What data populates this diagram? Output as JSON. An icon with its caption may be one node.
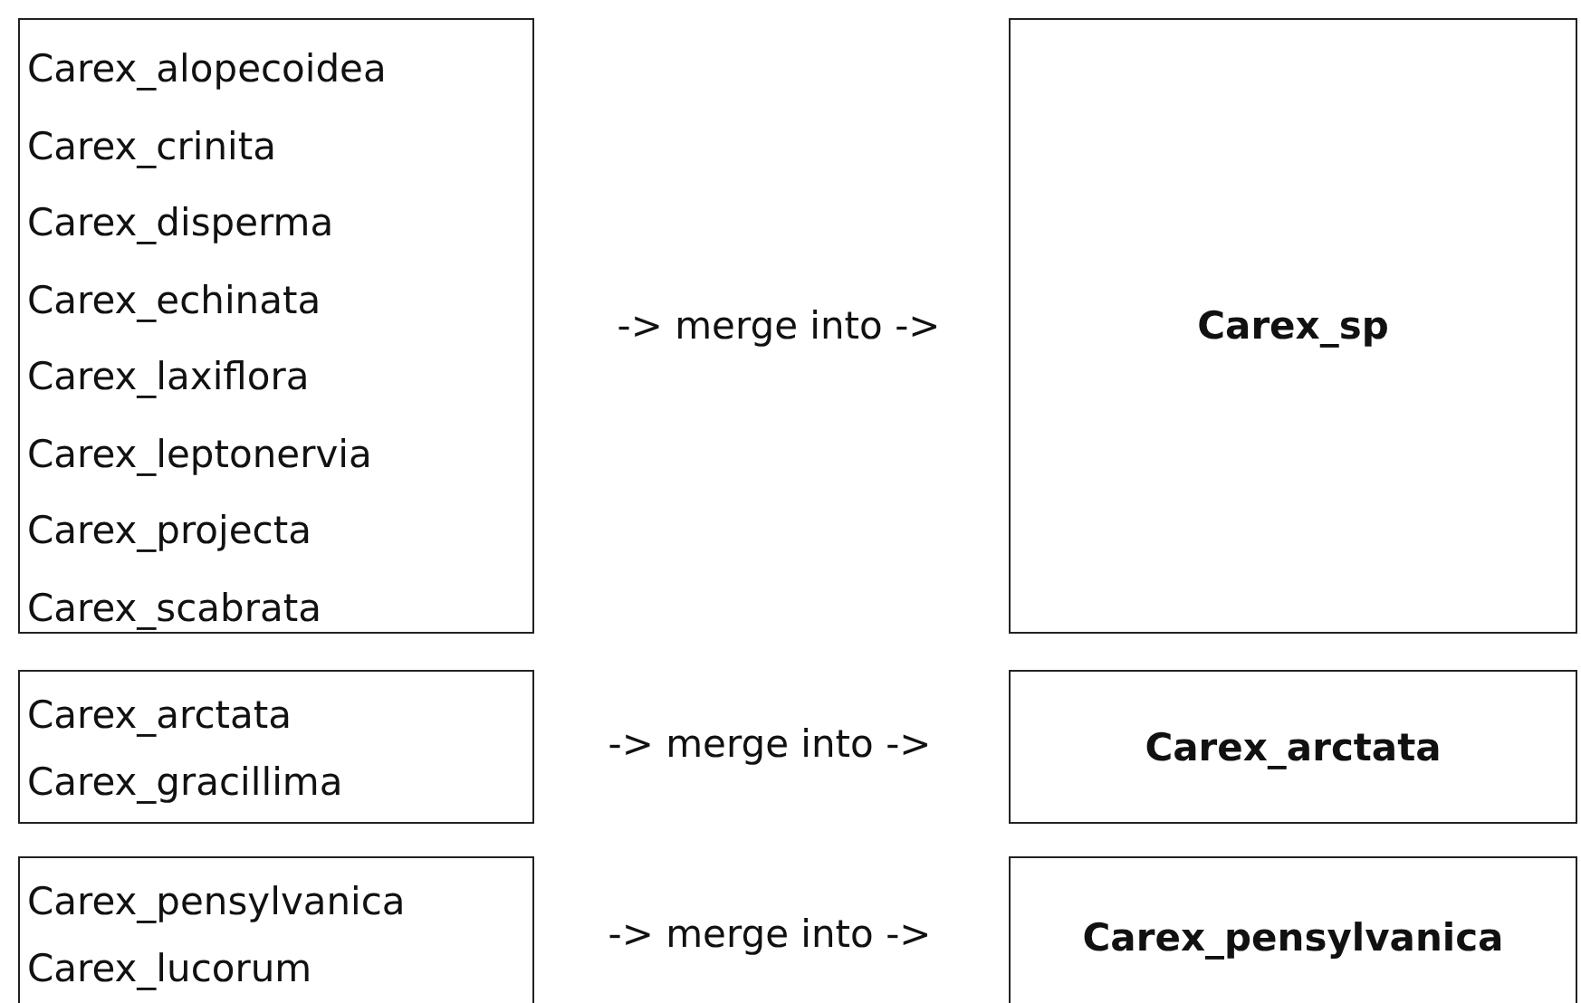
{
  "diagram": {
    "nodes": [
      {
        "text": [
          "Carex_alopecoidea",
          "Carex_crinita",
          "Carex_disperma",
          "Carex_echinata",
          "Carex_laxiflora",
          "Carex_leptonervia",
          "Carex_projecta",
          "Carex_scabrata"
        ]
      },
      {
        "text": [
          "Carex_sp"
        ]
      },
      {
        "text": [
          "Carex_arctata",
          "Carex_gracillima"
        ]
      },
      {
        "text": [
          "Carex_arctata"
        ]
      },
      {
        "text": [
          "Carex_pensylvanica",
          "Carex_lucorum"
        ]
      },
      {
        "text": [
          "Carex_pensylvanica"
        ]
      }
    ],
    "labels": [
      "-> merge into ->",
      "-> merge into ->",
      "-> merge into ->"
    ]
  }
}
